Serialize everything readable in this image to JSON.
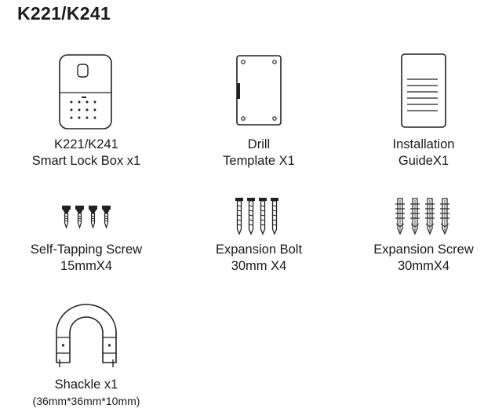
{
  "title": "K221/K241",
  "items": [
    {
      "icon": "lock-box-icon",
      "line1": "K221/K241",
      "line2": "Smart Lock Box x1"
    },
    {
      "icon": "drill-template-icon",
      "line1": "Drill",
      "line2": "Template X1"
    },
    {
      "icon": "installation-guide-icon",
      "line1": "Installation",
      "line2": "GuideX1"
    },
    {
      "icon": "self-tapping-screw-icon",
      "line1": "Self-Tapping Screw",
      "line2": "15mmX4"
    },
    {
      "icon": "expansion-bolt-icon",
      "line1": "Expansion Bolt",
      "line2": "30mm X4"
    },
    {
      "icon": "expansion-screw-icon",
      "line1": "Expansion Screw",
      "line2": "30mmX4"
    },
    {
      "icon": "shackle-icon",
      "line1": "Shackle x1",
      "line2": "(36mm*36mm*10mm)"
    }
  ]
}
